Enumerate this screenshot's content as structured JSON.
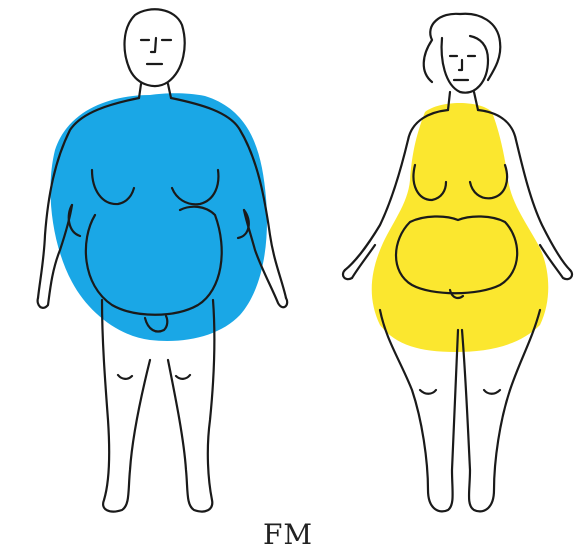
{
  "caption": "FM",
  "colors": {
    "male_fat_region": "#1aa7e6",
    "female_fat_region": "#fbe72f",
    "outline": "#1a1a1a",
    "background": "#ffffff"
  },
  "figures": [
    {
      "name": "male-figure",
      "highlight": "male_fat_region"
    },
    {
      "name": "female-figure",
      "highlight": "female_fat_region"
    }
  ]
}
